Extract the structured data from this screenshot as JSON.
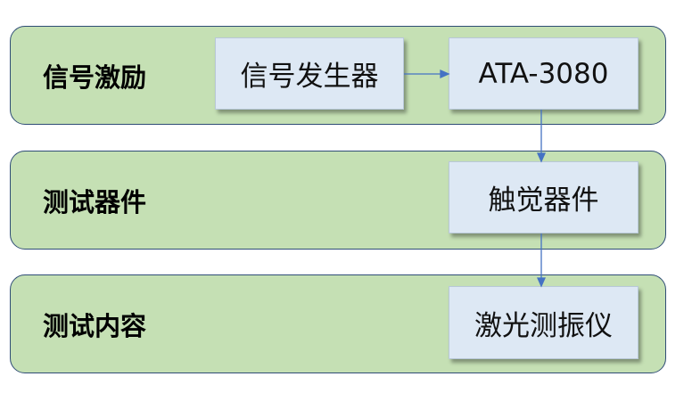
{
  "lanes": [
    {
      "label": "信号激励"
    },
    {
      "label": "测试器件"
    },
    {
      "label": "测试内容"
    }
  ],
  "nodes": {
    "signal_generator": "信号发生器",
    "ata_3080": "ATA-3080",
    "haptic_device": "触觉器件",
    "laser_vibrometer": "激光测振仪"
  },
  "colors": {
    "lane_fill": "#c5e0b4",
    "lane_border": "#2f4d76",
    "node_fill": "#dde8f4",
    "connector": "#4472c4"
  }
}
